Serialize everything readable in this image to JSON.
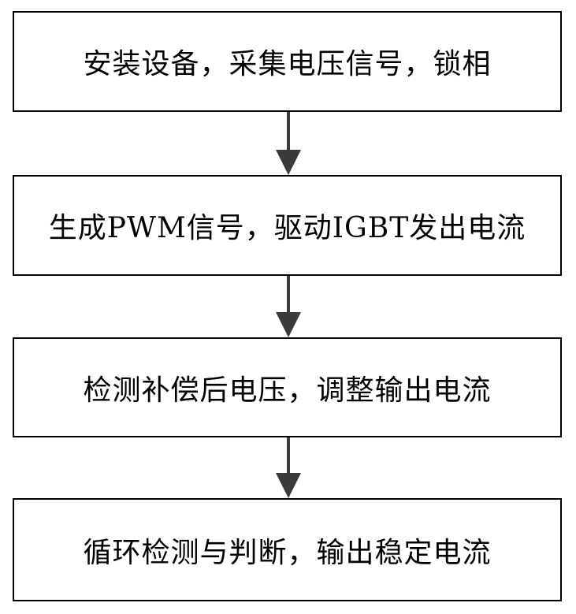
{
  "flowchart": {
    "steps": [
      {
        "label": "安装设备，采集电压信号，锁相"
      },
      {
        "label": "生成PWM信号，驱动IGBT发出电流"
      },
      {
        "label": "检测补偿后电压，调整输出电流"
      },
      {
        "label": "循环检测与判断，输出稳定电流"
      }
    ],
    "colors": {
      "line": "#000000",
      "arrow": "#3a3a3a",
      "background": "#ffffff"
    }
  }
}
